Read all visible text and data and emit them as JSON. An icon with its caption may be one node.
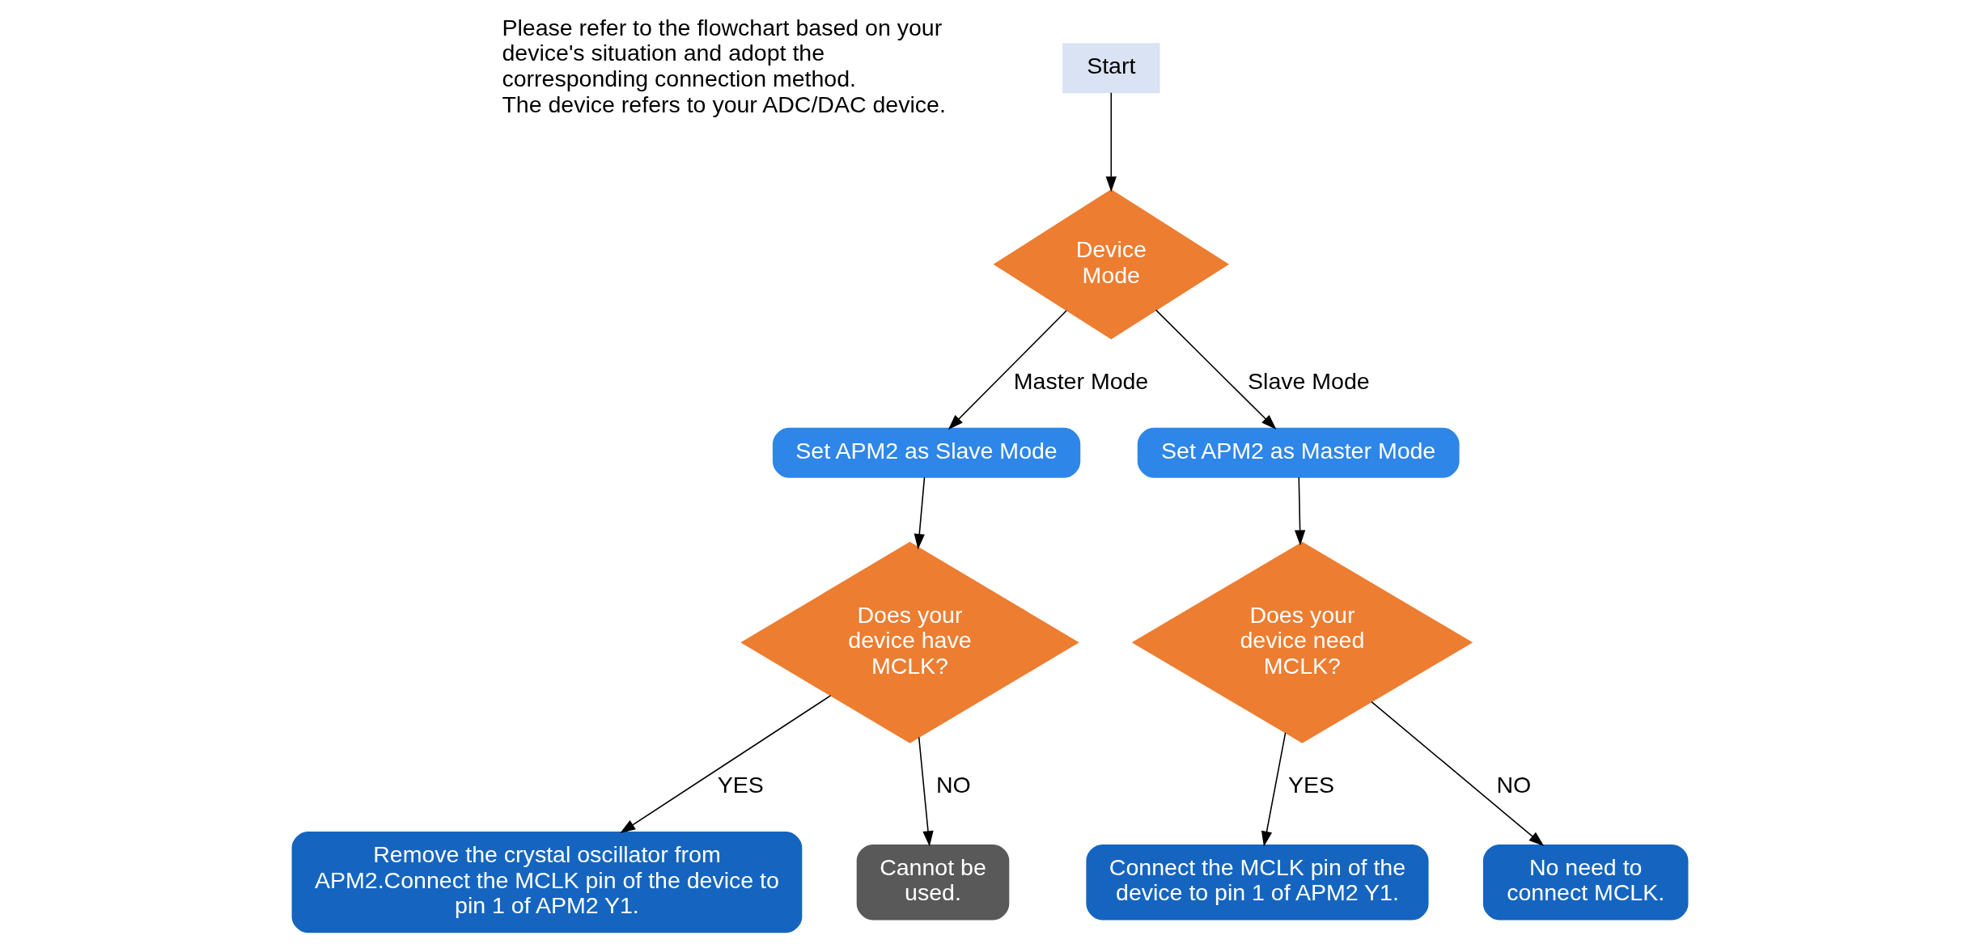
{
  "diagram": {
    "nodes": [
      {
        "text": [
          "Start"
        ]
      },
      {
        "text": [
          "Device Mode"
        ]
      },
      {
        "text": [
          "Set APM2 as Slave Mode"
        ]
      },
      {
        "text": [
          "Set APM2 as Master Mode"
        ]
      },
      {
        "text": [
          "Does your device have MCLK?"
        ]
      },
      {
        "text": [
          "Does your device need MCLK?"
        ]
      },
      {
        "text": [
          "Remove the crystal oscillator from APM2.Connect the MCLK pin of the device to pin 1 of APM2 Y1."
        ]
      },
      {
        "text": [
          "Cannot be used."
        ]
      },
      {
        "text": [
          "Connect the MCLK pin of the device to pin 1 of APM2 Y1."
        ]
      },
      {
        "text": [
          "No need to connect MCLK."
        ]
      }
    ],
    "edges": [
      {
        "from": 0,
        "to": 1,
        "arrow": "to"
      },
      {
        "from": 1,
        "to": 2,
        "arrow": "to",
        "label": "Master Mode"
      },
      {
        "from": 1,
        "to": 3,
        "arrow": "to",
        "label": "Slave Mode"
      },
      {
        "from": 2,
        "to": 4,
        "arrow": "to"
      },
      {
        "from": 3,
        "to": 5,
        "arrow": "to"
      },
      {
        "from": 4,
        "to": 6,
        "arrow": "to",
        "label": "YES"
      },
      {
        "from": 4,
        "to": 7,
        "arrow": "to",
        "label": "NO"
      },
      {
        "from": 5,
        "to": 8,
        "arrow": "to",
        "label": "YES"
      },
      {
        "from": 5,
        "to": 9,
        "arrow": "to",
        "label": "NO"
      }
    ],
    "labels": [
      "Please refer to the flowchart based on your device's situation and adopt the corresponding connection method.",
      "The device refers to your ADC/DAC device."
    ]
  }
}
